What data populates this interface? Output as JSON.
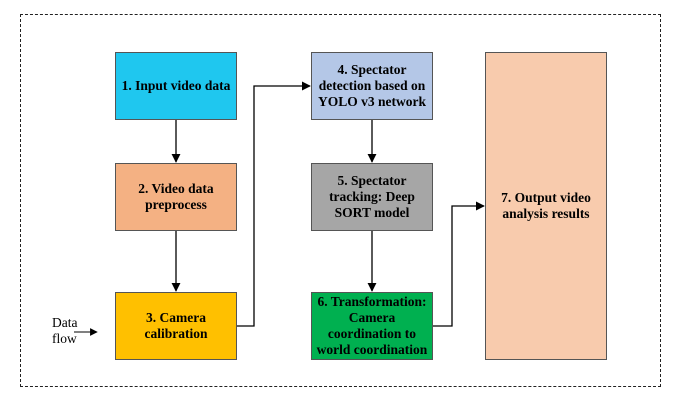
{
  "colors": {
    "input": "#1fc7ef",
    "preprocess": "#f4b183",
    "calibration": "#ffc000",
    "detection": "#b4c7e7",
    "tracking": "#a6a6a6",
    "transformation": "#00b050",
    "output": "#f8cbad"
  },
  "boxes": {
    "b1": [
      "1. Input video data"
    ],
    "b2": [
      "2. Video data",
      "preprocess"
    ],
    "b3": [
      "3. Camera",
      "calibration"
    ],
    "b4": [
      "4. Spectator",
      "detection based on",
      "YOLO v3 network"
    ],
    "b5": [
      "5. Spectator",
      "tracking: Deep",
      "SORT model"
    ],
    "b6": [
      "6. Transformation:",
      "Camera",
      "coordination to",
      "world coordination"
    ],
    "b7": [
      "7. Output video",
      "analysis results"
    ]
  },
  "legend": {
    "line1": "Data",
    "line2": "flow"
  }
}
